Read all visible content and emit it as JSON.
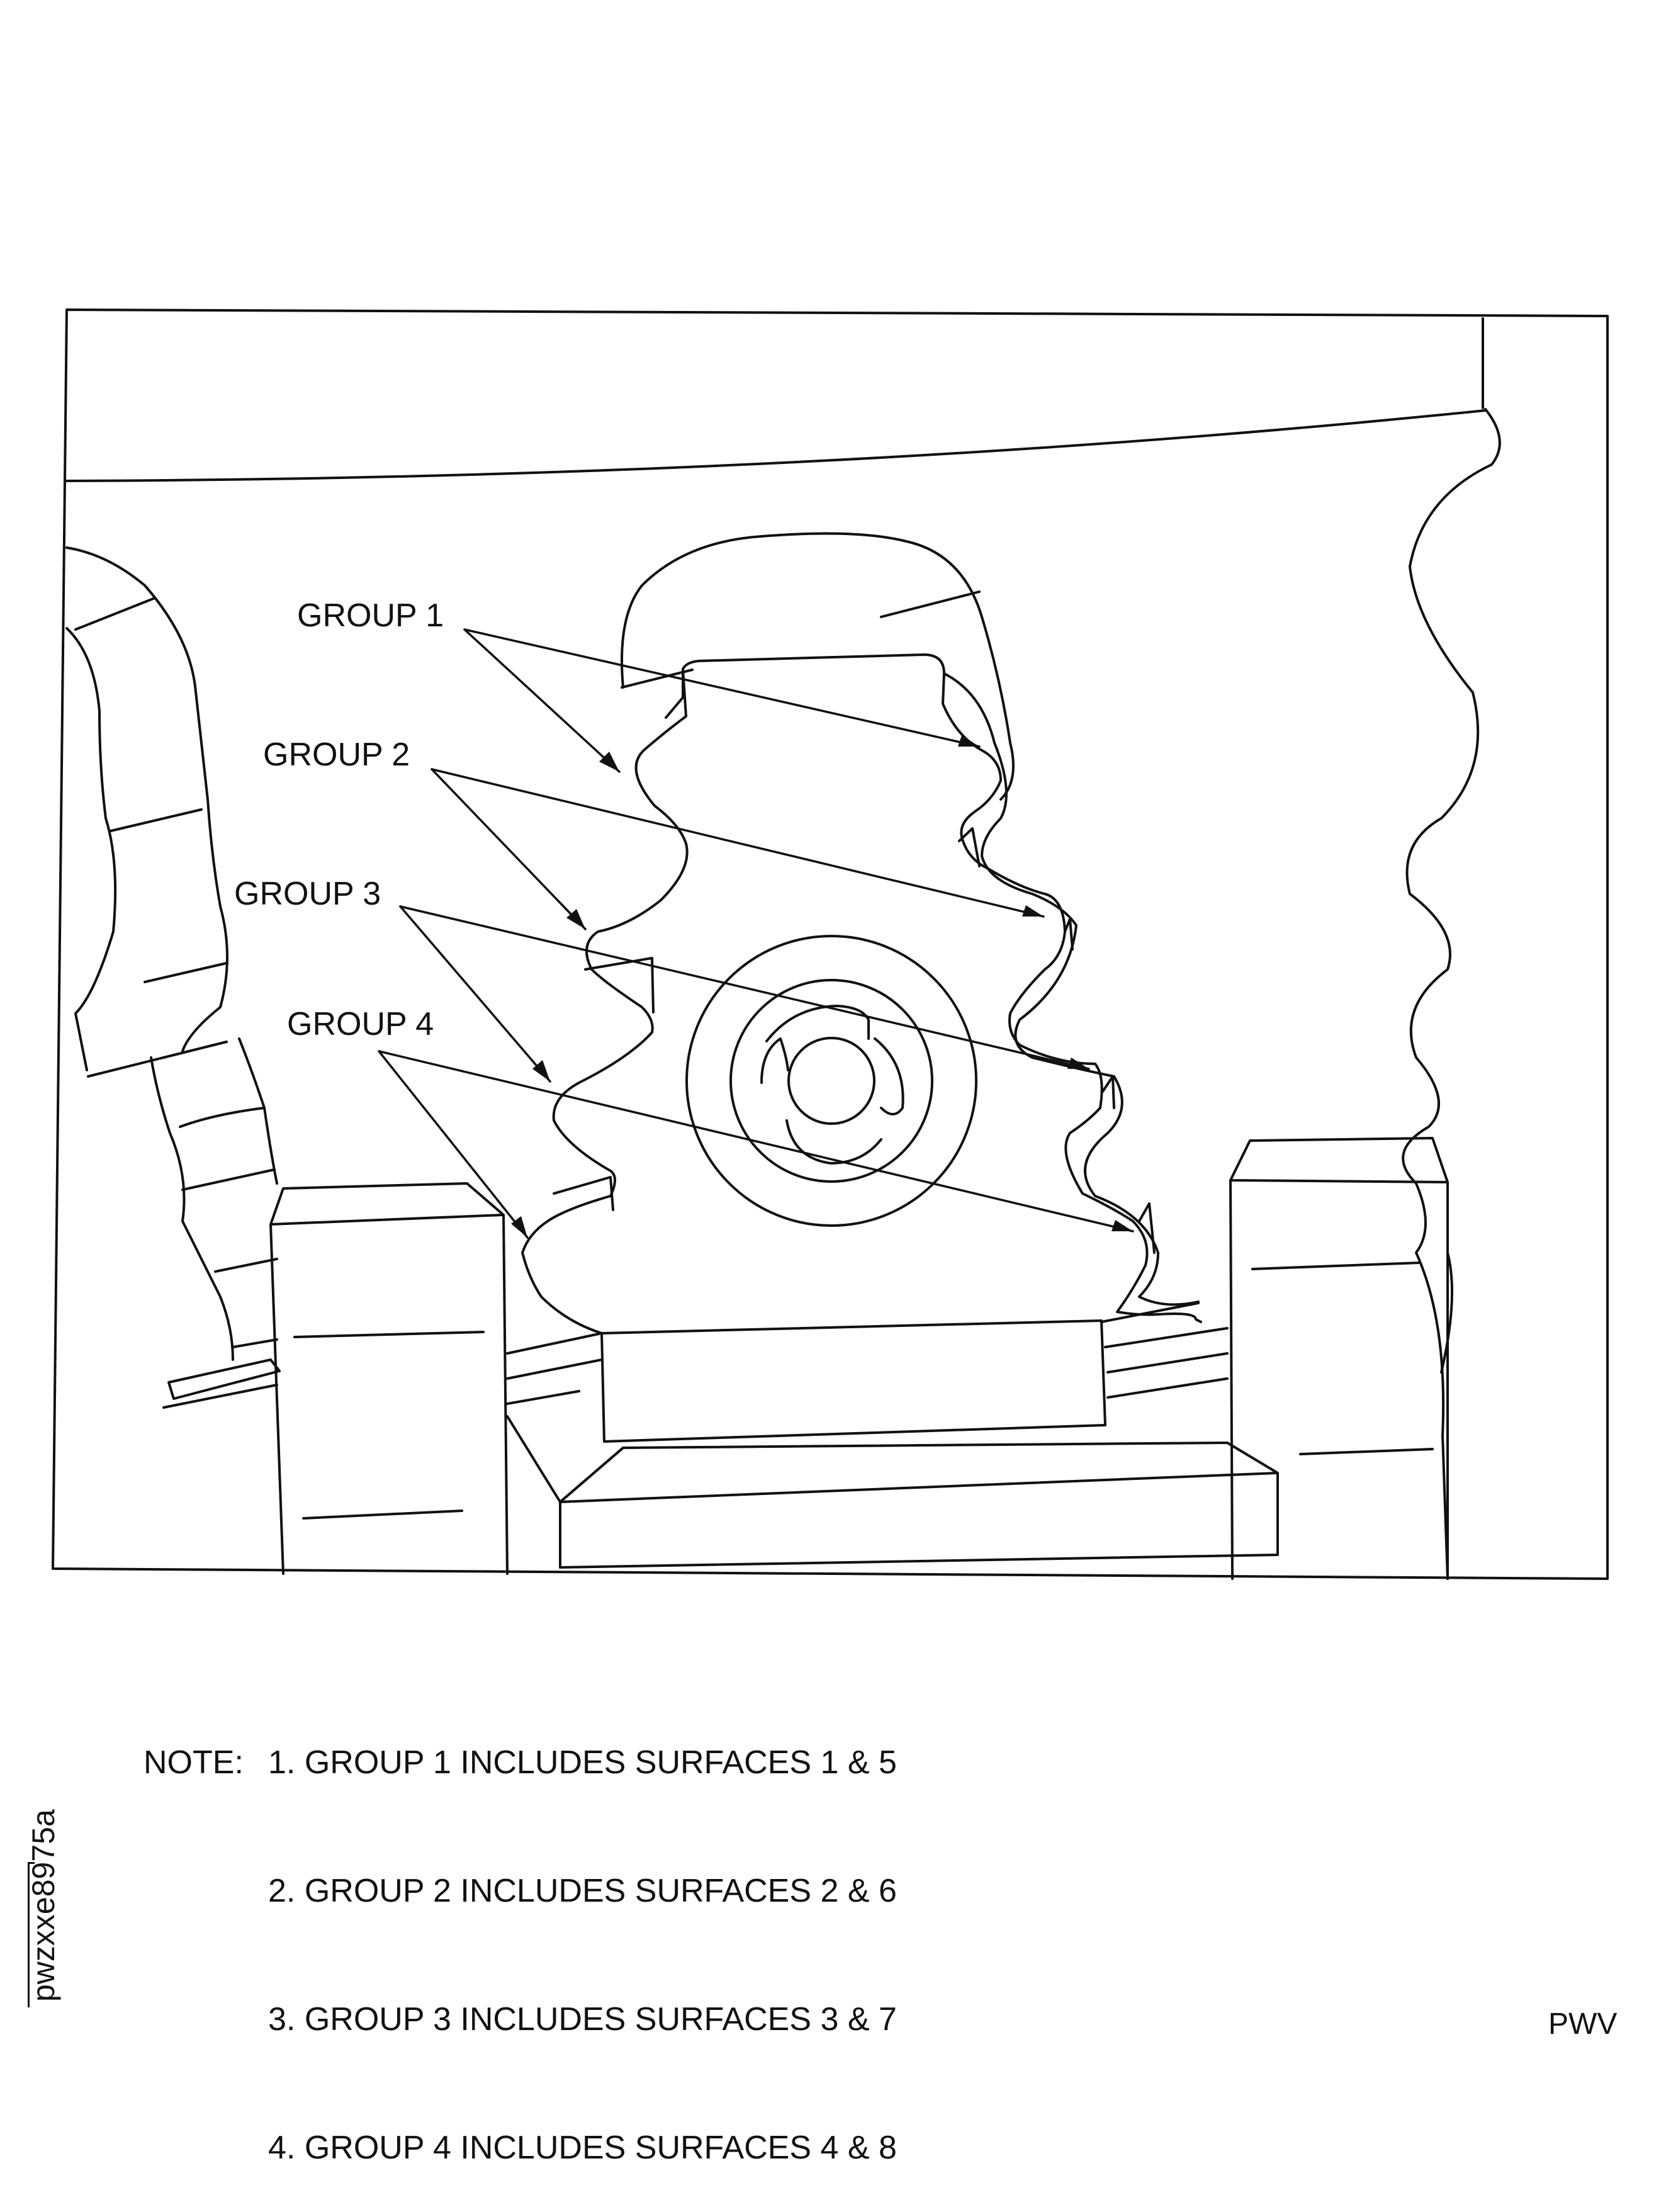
{
  "callouts": [
    {
      "label": "GROUP 1"
    },
    {
      "label": "GROUP 2"
    },
    {
      "label": "GROUP 3"
    },
    {
      "label": "GROUP 4"
    }
  ],
  "note": {
    "heading": "NOTE:",
    "items": [
      "1. GROUP 1 INCLUDES SURFACES 1 & 5",
      "2. GROUP 2 INCLUDES SURFACES 2 & 6",
      "3. GROUP 3 INCLUDES SURFACES 3 & 7",
      "4. GROUP 4 INCLUDES SURFACES 4 & 8"
    ]
  },
  "figure_id": "pwzxxe8975a",
  "corner_code": "PWV",
  "line_color": "#111111"
}
